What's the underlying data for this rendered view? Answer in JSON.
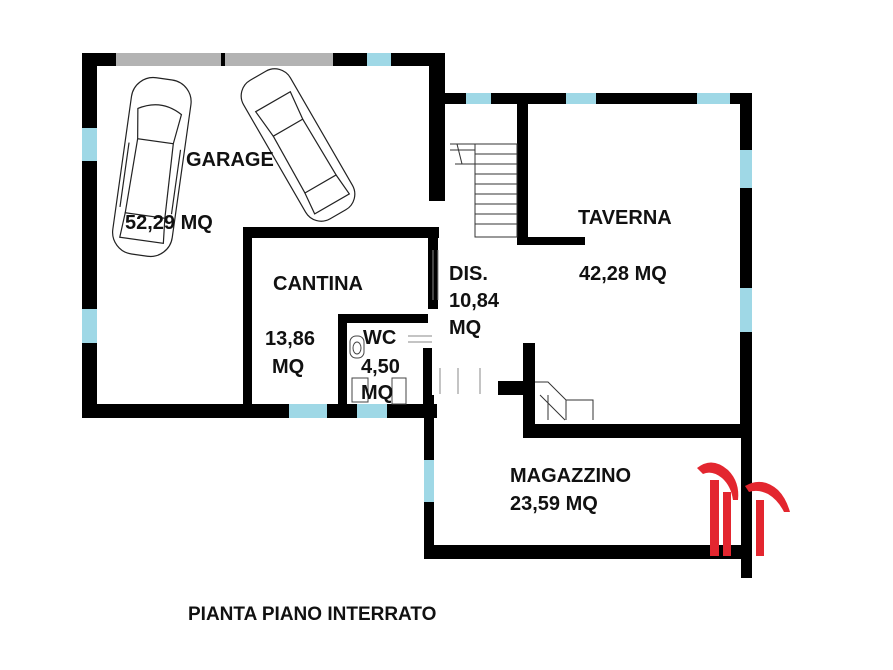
{
  "plan_title": "PIANTA PIANO INTERRATO",
  "rooms": {
    "garage": {
      "name": "GARAGE",
      "area": "52,29 MQ"
    },
    "cantina": {
      "name": "CANTINA",
      "area_line1": "13,86",
      "area_line2": "MQ"
    },
    "wc": {
      "name": "WC",
      "area_line1": "4,50",
      "area_line2": "MQ"
    },
    "dis": {
      "name": "DIS.",
      "area_line1": "10,84",
      "area_line2": "MQ"
    },
    "taverna": {
      "name": "TAVERNA",
      "area": "42,28 MQ"
    },
    "magazzino": {
      "name": "MAGAZZINO",
      "area": "23,59 MQ"
    }
  },
  "colors": {
    "wall": "#000000",
    "window": "#9fd8e6",
    "garage_door": "#b3b3b3",
    "logo": "#e3262f"
  },
  "icons": {
    "car": "car-icon",
    "stairs": "stairs-icon",
    "toilet": "toilet-icon",
    "sink": "sink-icon",
    "logo": "brand-logo"
  }
}
